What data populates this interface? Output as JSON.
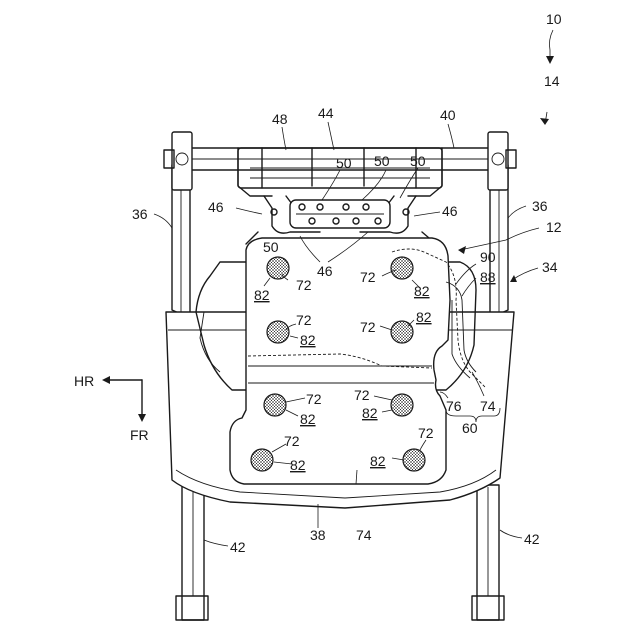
{
  "figure": {
    "labels": {
      "r10": "10",
      "r14": "14",
      "r12": "12",
      "r34": "34",
      "r36": "36",
      "r38": "38",
      "r40": "40",
      "r42": "42",
      "r44": "44",
      "r46": "46",
      "r48": "48",
      "r50": "50",
      "r60": "60",
      "r72": "72",
      "r74": "74",
      "r76": "76",
      "r82": "82",
      "r88": "88",
      "r90": "90"
    },
    "directions": {
      "rear": "HR",
      "front": "FR"
    }
  }
}
